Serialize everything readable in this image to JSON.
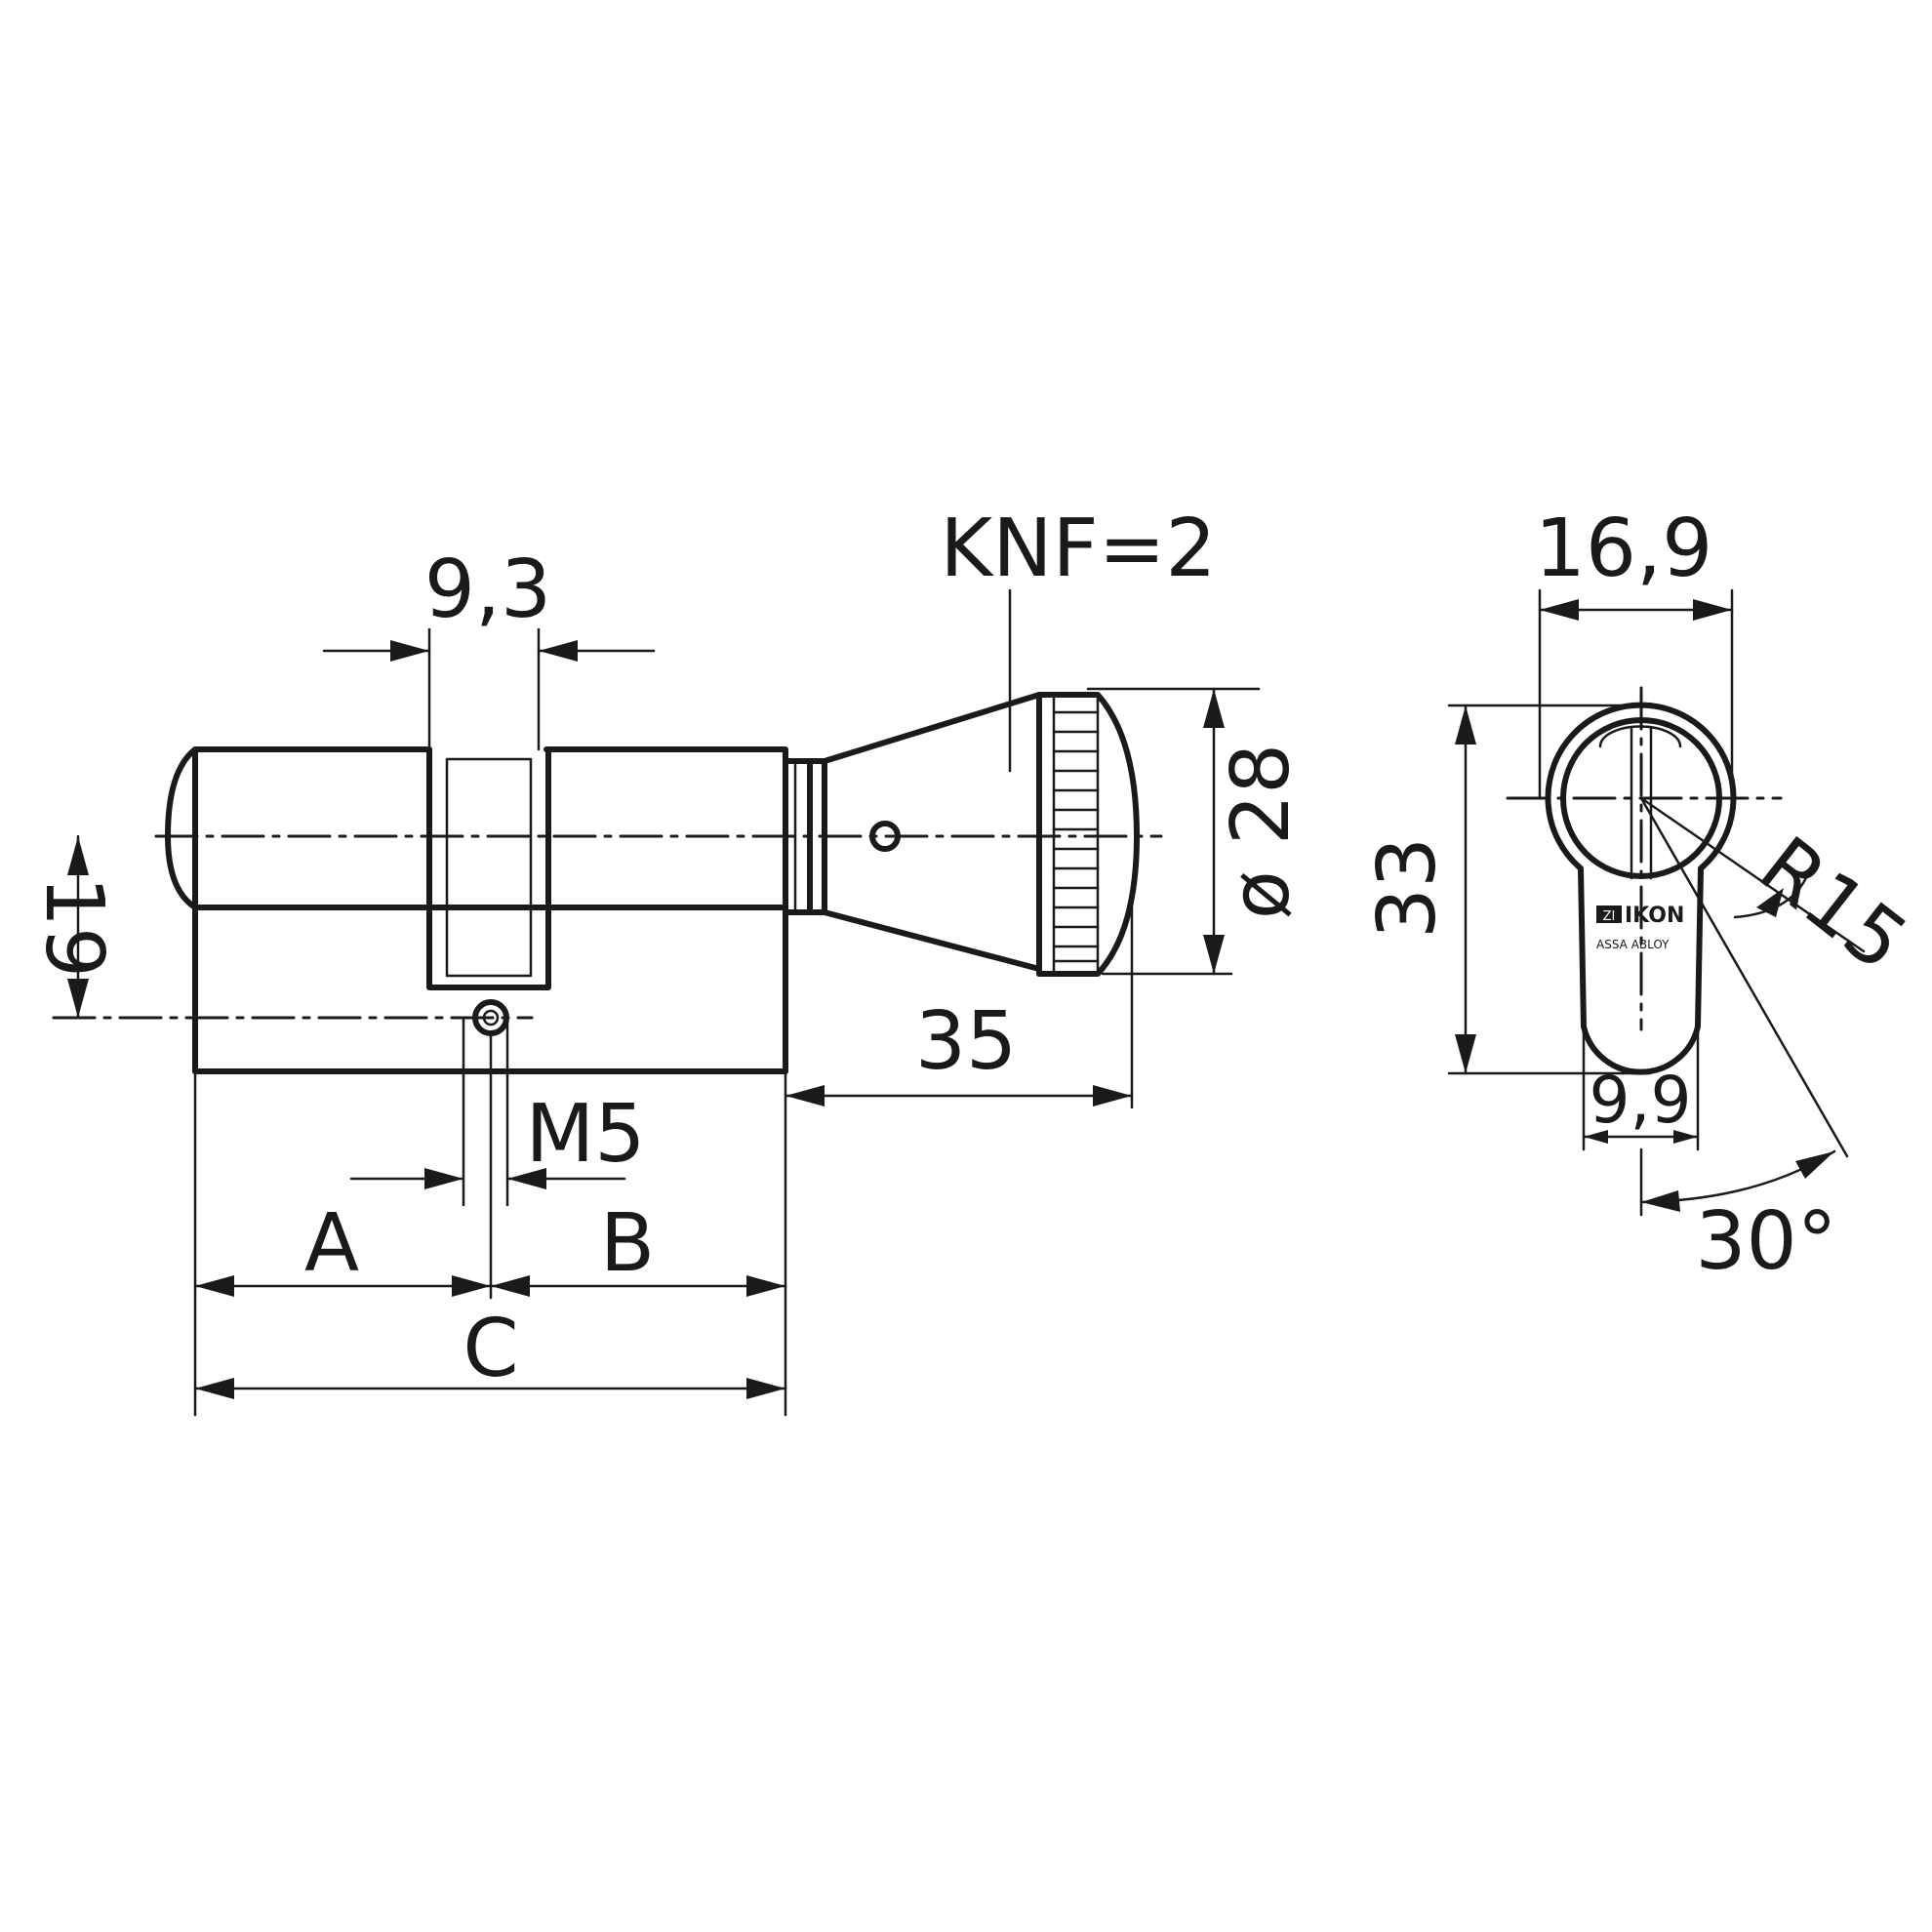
{
  "diagram": {
    "labels": {
      "dim_9_3": "9,3",
      "dim_knf": "KNF=2",
      "dim_diameter": "ø 28",
      "dim_19": "19",
      "dim_35": "35",
      "dim_m5": "M5",
      "dim_a": "A",
      "dim_b": "B",
      "dim_c": "C",
      "dim_16_9": "16,9",
      "dim_33": "33",
      "dim_r15": "R15",
      "dim_9_9": "9,9",
      "dim_30deg": "30°"
    },
    "logo": {
      "brand": "IKON",
      "mark": "ZI",
      "subtitle": "ASSA ABLOY"
    }
  }
}
